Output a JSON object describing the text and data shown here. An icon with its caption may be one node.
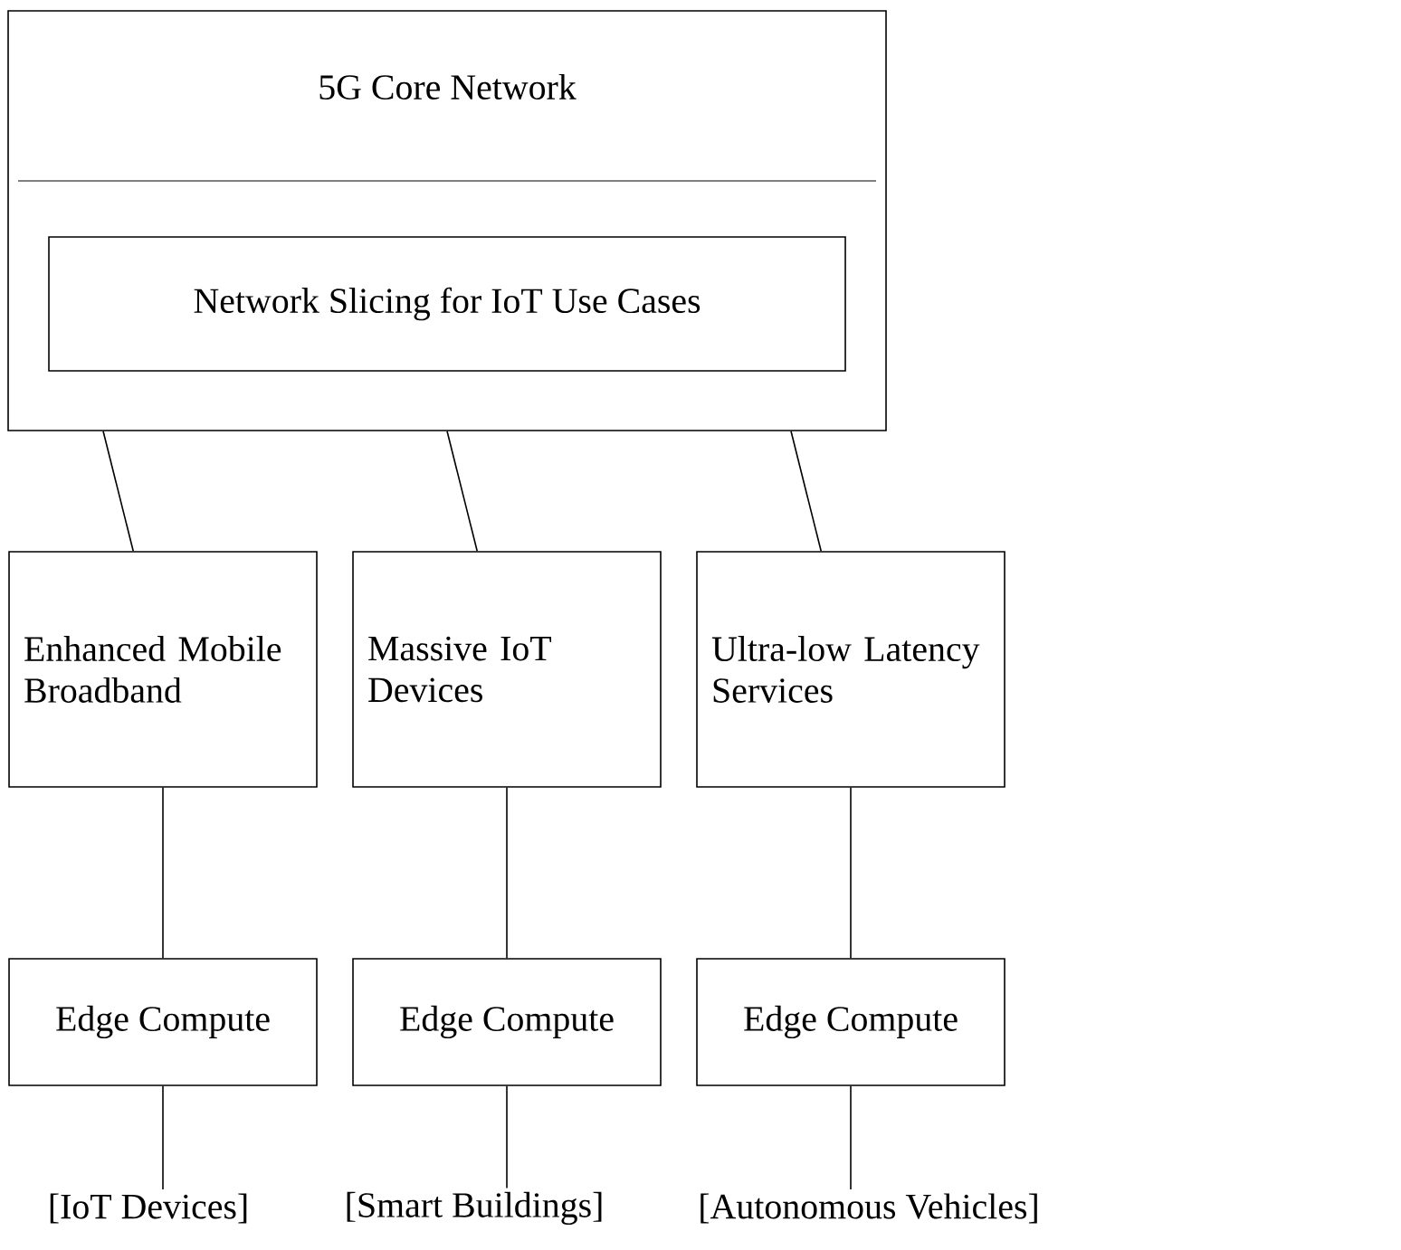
{
  "diagram": {
    "nodes": [
      {
        "text": [
          "5G Core Network"
        ]
      },
      {
        "text": [
          "Network Slicing for IoT Use Cases"
        ],
        "in": 0
      },
      {
        "text": [
          "Enhanced Mobile Broadband"
        ]
      },
      {
        "text": [
          "Massive IoT Devices"
        ]
      },
      {
        "text": [
          "Ultra-low Latency Services"
        ]
      },
      {
        "text": [
          "Edge Compute"
        ]
      },
      {
        "text": [
          "Edge Compute"
        ]
      },
      {
        "text": [
          "Edge Compute"
        ]
      },
      {
        "text": [
          "[IoT Devices]"
        ]
      },
      {
        "text": [
          "[Smart Buildings]"
        ]
      },
      {
        "text": [
          "[Autonomous Vehicles]"
        ]
      }
    ],
    "edges": [
      {
        "from": 0,
        "to": 2,
        "arrow": "none"
      },
      {
        "from": 0,
        "to": 3,
        "arrow": "none"
      },
      {
        "from": 0,
        "to": 4,
        "arrow": "none"
      },
      {
        "from": 2,
        "to": 5,
        "arrow": "none"
      },
      {
        "from": 3,
        "to": 6,
        "arrow": "none"
      },
      {
        "from": 4,
        "to": 7,
        "arrow": "none"
      },
      {
        "from": 5,
        "to": 8,
        "arrow": "none"
      },
      {
        "from": 6,
        "to": 9,
        "arrow": "none"
      },
      {
        "from": 7,
        "to": 10,
        "arrow": "none"
      }
    ]
  }
}
